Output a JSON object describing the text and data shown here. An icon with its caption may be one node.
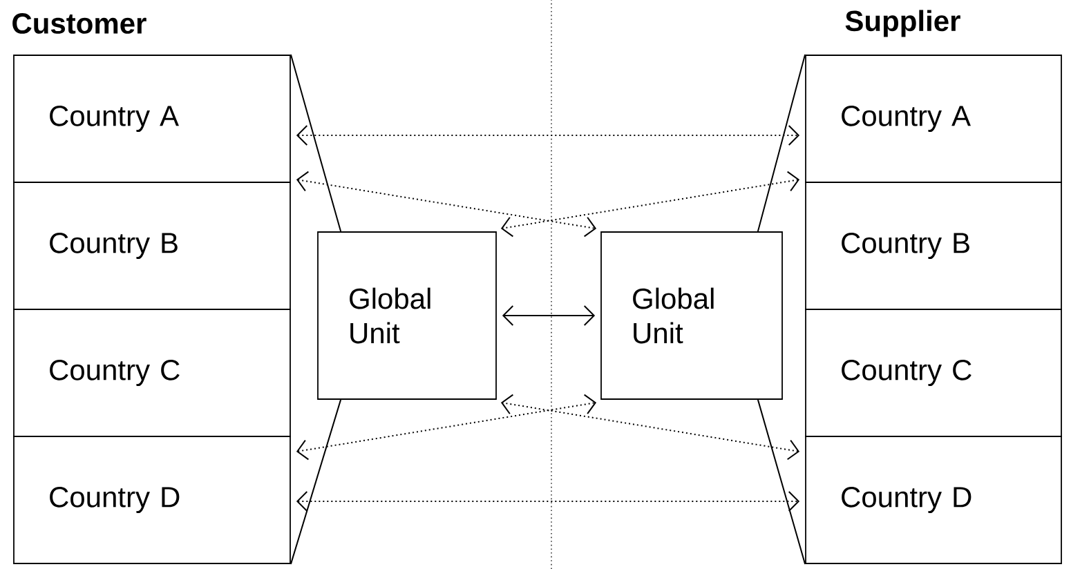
{
  "diagram": {
    "nodes": [
      {
        "text": [
          "Country A"
        ]
      },
      {
        "text": [
          "Country B"
        ]
      },
      {
        "text": [
          "Country C"
        ]
      },
      {
        "text": [
          "Country D"
        ]
      },
      {
        "text": [
          "Global Unit"
        ]
      },
      {
        "text": [
          "Global Unit"
        ]
      },
      {
        "text": [
          "Country A"
        ]
      },
      {
        "text": [
          "Country B"
        ]
      },
      {
        "text": [
          "Country C"
        ]
      },
      {
        "text": [
          "Country D"
        ]
      }
    ],
    "edges": [
      {
        "from": 0,
        "to": 6,
        "arrow": "both",
        "style": "dashed"
      },
      {
        "from": 0,
        "to": 5,
        "arrow": "both",
        "style": "dashed"
      },
      {
        "from": 6,
        "to": 4,
        "arrow": "both",
        "style": "dashed"
      },
      {
        "from": 4,
        "to": 5,
        "arrow": "both"
      },
      {
        "from": 3,
        "to": 5,
        "arrow": "both",
        "style": "dashed"
      },
      {
        "from": 9,
        "to": 4,
        "arrow": "both",
        "style": "dashed"
      },
      {
        "from": 3,
        "to": 9,
        "arrow": "both",
        "style": "dashed"
      },
      {
        "from": 0,
        "to": 4,
        "arrow": "none"
      },
      {
        "from": 3,
        "to": 4,
        "arrow": "none"
      },
      {
        "from": 6,
        "to": 5,
        "arrow": "none"
      },
      {
        "from": 9,
        "to": 5,
        "arrow": "none"
      }
    ],
    "labels": [
      "Customer",
      "Supplier"
    ]
  }
}
